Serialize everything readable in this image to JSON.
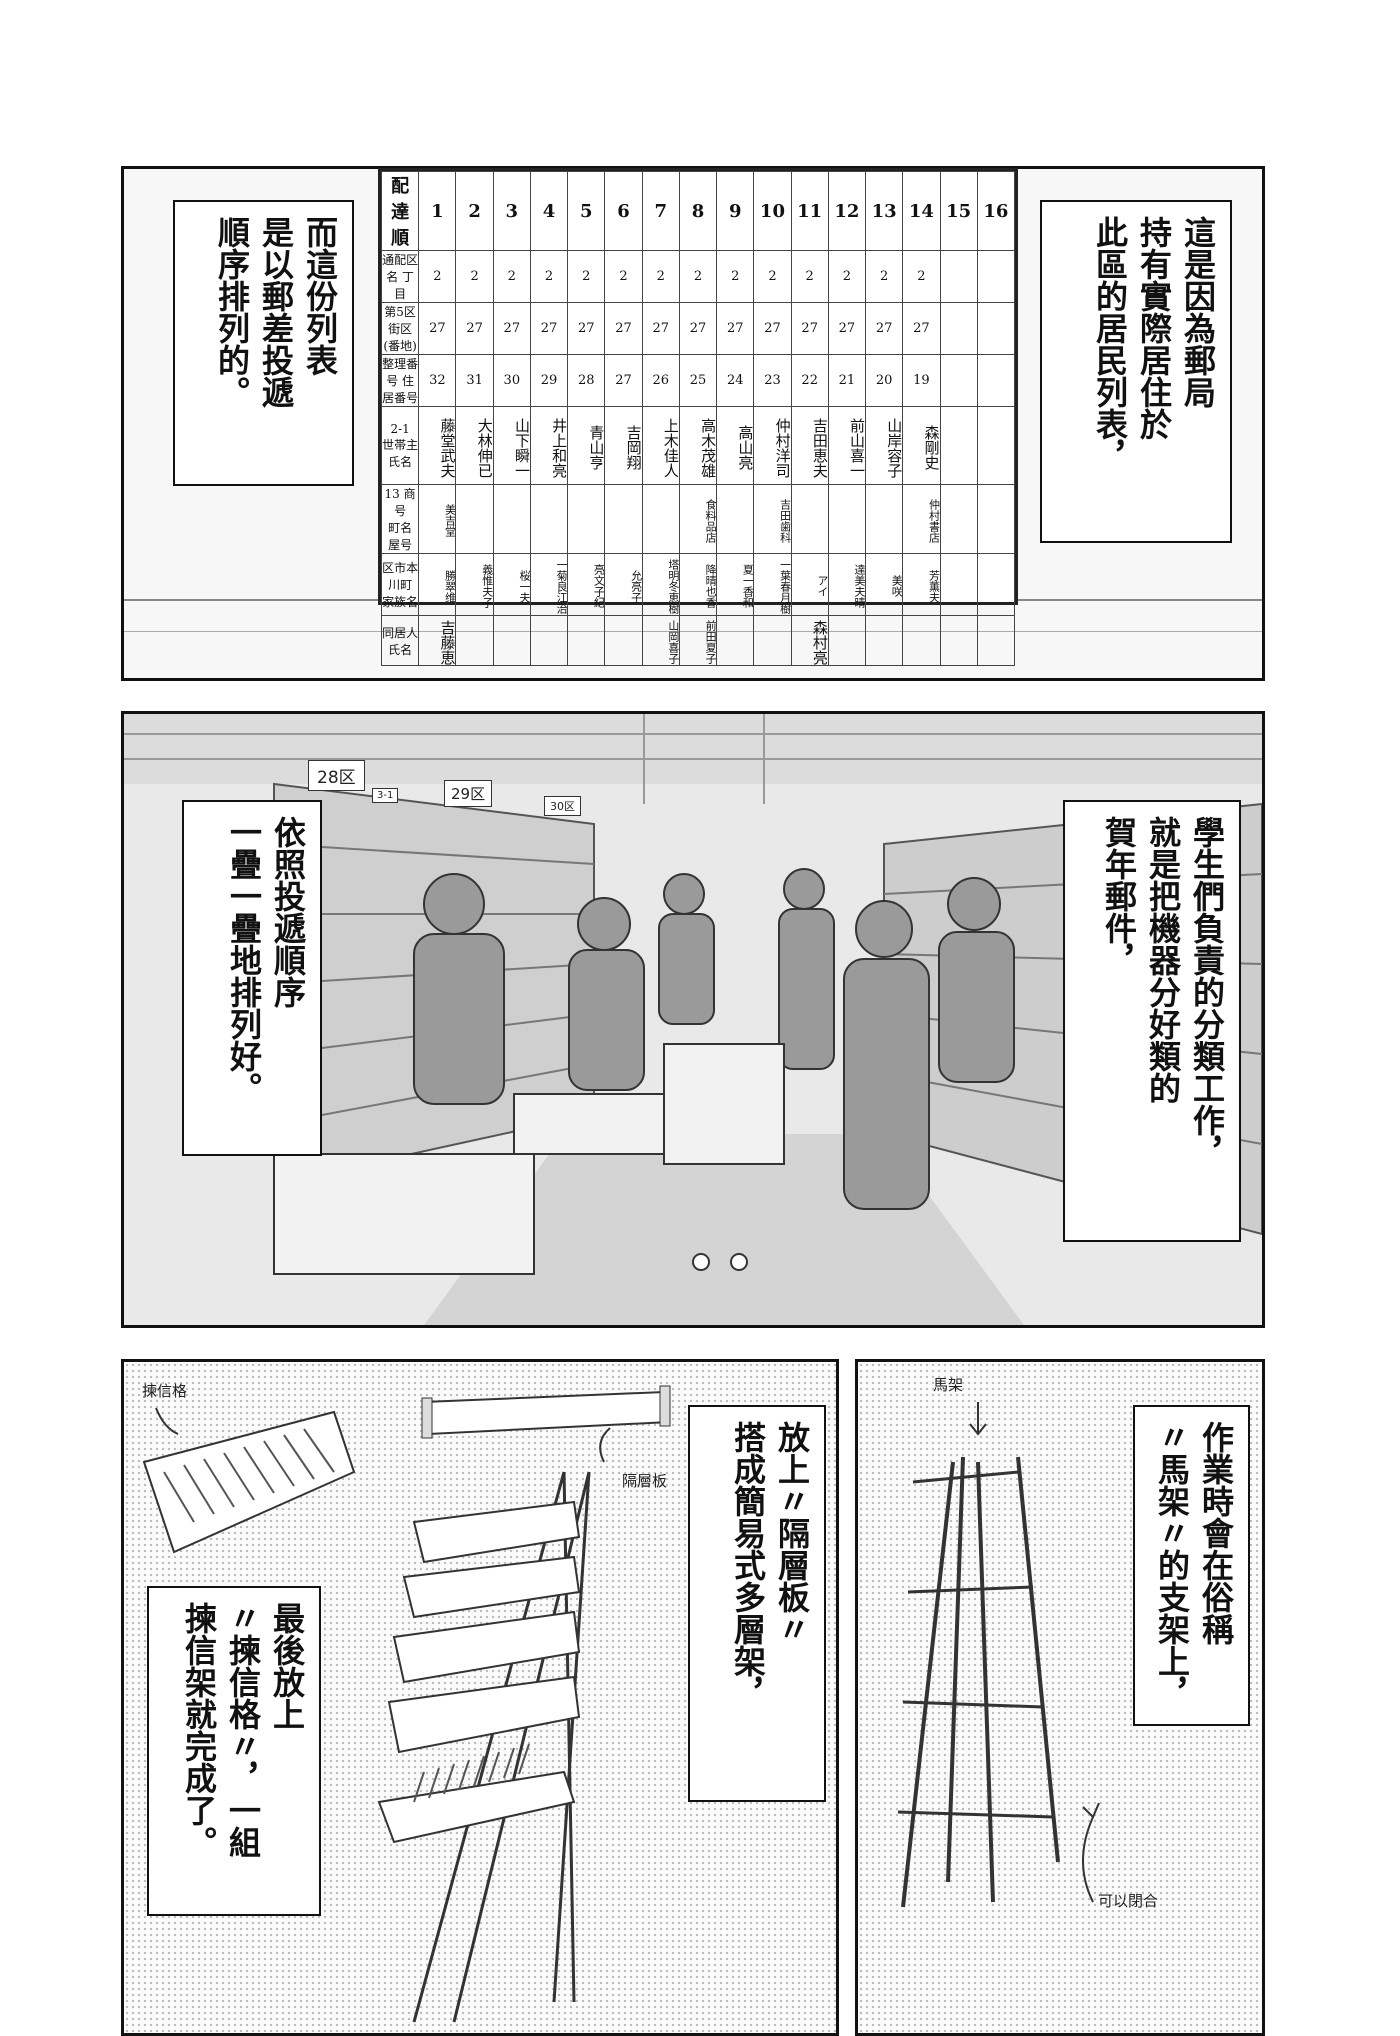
{
  "panel1": {
    "caption_right": [
      "這是因為郵局",
      "持有實際居住於",
      "此區的居民列表，"
    ],
    "caption_left": [
      "而這份列表",
      "是以郵差投遞",
      "順序排列的。"
    ],
    "register": {
      "title": "配 達 順",
      "numbers": [
        "1",
        "2",
        "3",
        "4",
        "5",
        "6",
        "7",
        "8",
        "9",
        "10",
        "11",
        "12",
        "13",
        "14",
        "15",
        "16"
      ],
      "row_labels": [
        "通配区名",
        "第5区",
        "整理番号",
        "2-1",
        "13",
        "町名",
        "区市本川町"
      ],
      "sub_labels": [
        "丁目",
        "街区(番地)",
        "住居番号",
        "世帯主氏名",
        "商号",
        "屋号",
        "家族名",
        "同居人氏名"
      ],
      "chome": [
        "2",
        "2",
        "2",
        "2",
        "2",
        "2",
        "2",
        "2",
        "2",
        "2",
        "2",
        "2",
        "2",
        "2",
        "",
        ""
      ],
      "gaiku": [
        "27",
        "27",
        "27",
        "27",
        "27",
        "27",
        "27",
        "27",
        "27",
        "27",
        "27",
        "27",
        "27",
        "27",
        "",
        ""
      ],
      "jukyo": [
        "32",
        "31",
        "30",
        "29",
        "28",
        "27",
        "26",
        "25",
        "24",
        "23",
        "22",
        "21",
        "20",
        "19",
        "",
        ""
      ],
      "heads": [
        "藤堂武夫",
        "大林伸已",
        "山下瞬一",
        "井上和亮",
        "青山亨",
        "吉岡翔",
        "上木佳人",
        "高木茂雄",
        "高山亮",
        "仲村洋司",
        "吉田恵夫",
        "前山喜一",
        "山岸容子",
        "森剛史",
        "",
        ""
      ],
      "shops": [
        "美吉堂",
        "",
        "",
        "",
        "",
        "",
        "",
        "食料品店",
        "",
        "吉田歯科",
        "",
        "",
        "",
        "仲村書店",
        "",
        ""
      ],
      "families": [
        "勝翠维",
        "義惟夫子",
        "桜一夫",
        "一菊良江治",
        "亮文子紀",
        "允亮子",
        "塔明冬恵樹",
        "降晴也香",
        "夏一香和",
        "一葉春月樹",
        "アイ",
        "達美夫晴",
        "美咲",
        "芳薫夫",
        "",
        ""
      ],
      "cohabit": [
        "吉藤恵",
        "",
        "",
        "",
        "",
        "",
        "山岡喜子",
        "前田夏子",
        "",
        "",
        "森村亮",
        "",
        "",
        "",
        "",
        ""
      ]
    }
  },
  "panel2": {
    "caption_right": [
      "學生們負責的分類工作，",
      "就是把機器分好類的",
      "賀年郵件，"
    ],
    "caption_left": [
      "依照投遞順序",
      "一疊一疊地排列好。"
    ],
    "signs": [
      "28区",
      "29区",
      "30区",
      "3-1"
    ]
  },
  "panel3": {
    "label_tray": "揀信格",
    "label_shelf": "隔層板",
    "caption_mid": [
      "放上〃隔層板〃",
      "搭成簡易式多層架，"
    ],
    "caption_left": [
      "最後放上",
      "〃揀信格〃，一組",
      "揀信架就完成了。"
    ]
  },
  "panel4": {
    "label_top": "馬架",
    "label_bottom": "可以閉合",
    "caption": [
      "作業時會在俗稱",
      "〃馬架〃的支架上，"
    ]
  }
}
